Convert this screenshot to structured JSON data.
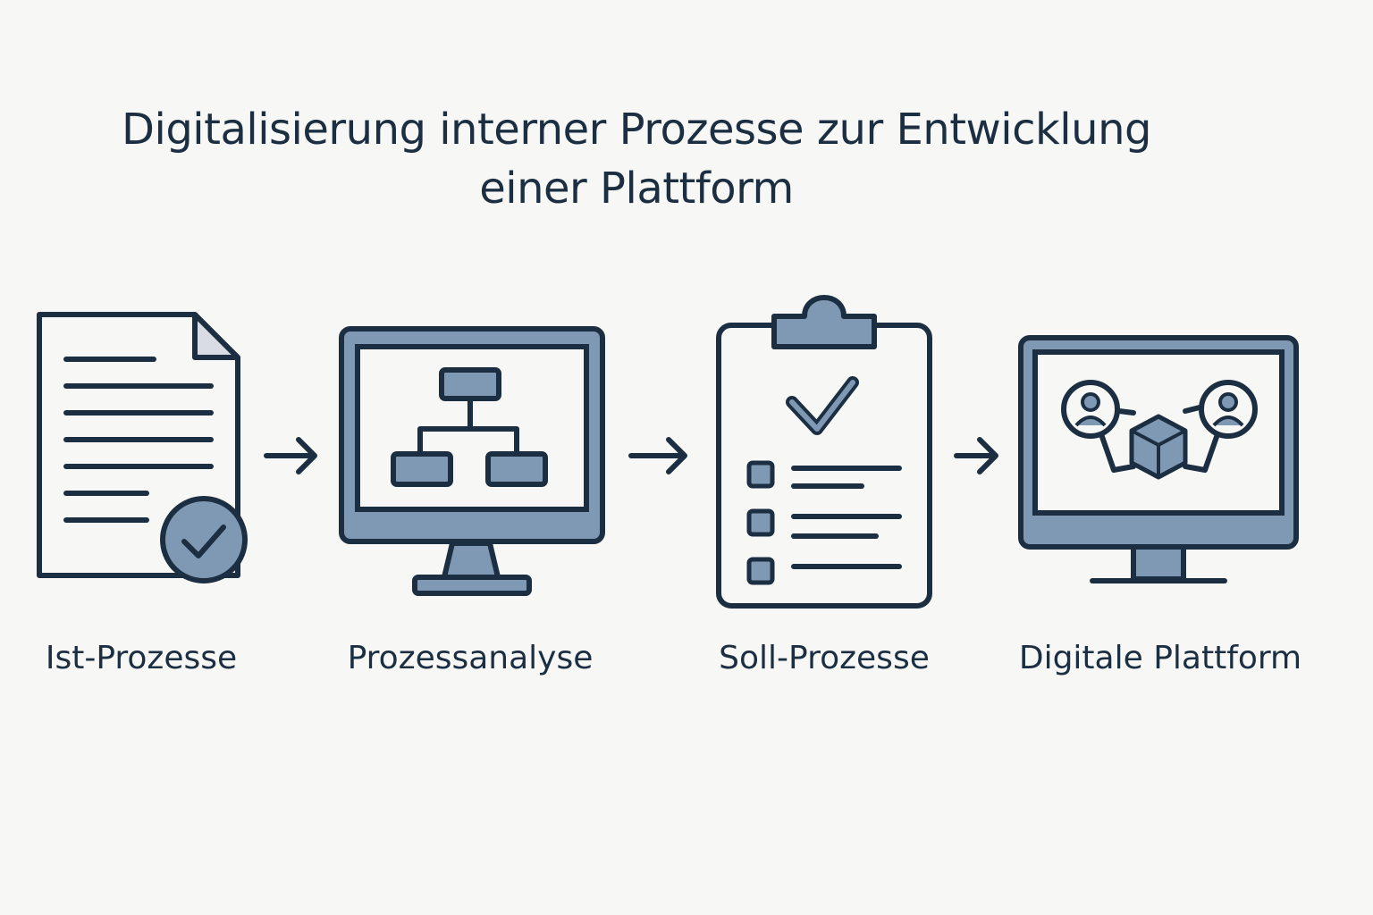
{
  "title": {
    "line1": "Digitalisierung interner Prozesse zur Entwicklung",
    "line2": "einer Plattform"
  },
  "steps": [
    {
      "label": "Ist-Prozesse",
      "icon": "document-check-icon"
    },
    {
      "label": "Prozessanalyse",
      "icon": "monitor-flowchart-icon"
    },
    {
      "label": "Soll-Prozesse",
      "icon": "clipboard-checklist-icon"
    },
    {
      "label": "Digitale Plattform",
      "icon": "monitor-platform-network-icon"
    }
  ],
  "colors": {
    "ink": "#1c2f42",
    "accent": "#7f99b4",
    "background": "#f7f7f5",
    "document_fold": "#d9dde3"
  }
}
